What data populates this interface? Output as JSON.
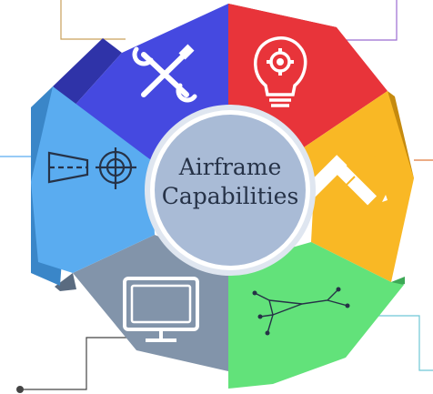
{
  "center": {
    "line1": "Airframe",
    "line2": "Capabilities",
    "fill": "#a9bbd6",
    "ring": "#ffffff"
  },
  "segments": [
    {
      "id": "tools",
      "icon": "wrench-screwdriver-icon",
      "color": "#4549e0"
    },
    {
      "id": "innovation",
      "icon": "lightbulb-gear-icon",
      "color": "#e8343a"
    },
    {
      "id": "design",
      "icon": "pencil-ruler-icon",
      "color": "#f9b825"
    },
    {
      "id": "wiring",
      "icon": "wire-harness-icon",
      "color": "#62e27a"
    },
    {
      "id": "monitor",
      "icon": "computer-monitor-icon",
      "color": "#8294aa"
    },
    {
      "id": "drawing",
      "icon": "technical-drawing-icon",
      "color": "#5aacf0"
    }
  ],
  "connector_colors": {
    "tools": "#c9a15a",
    "innovation": "#9b6cd0",
    "design": "#e07a3c",
    "wiring": "#6fc7d6",
    "monitor": "#444444",
    "drawing": "#5aacf0"
  }
}
